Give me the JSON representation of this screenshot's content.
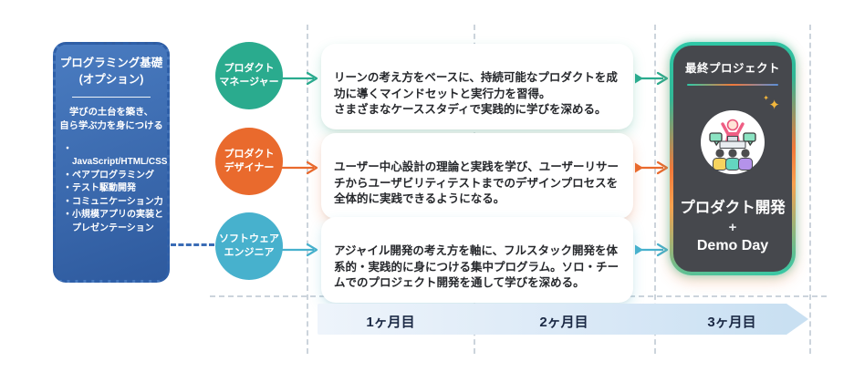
{
  "foundation": {
    "title_line1": "プログラミング基礎",
    "title_line2": "(オプション)",
    "subtitle_line1": "学びの土台を築き、",
    "subtitle_line2": "自ら学ぶ力を身につける",
    "bullets": [
      "JavaScript/HTML/CSS",
      "ペアプログラミング",
      "テスト駆動開発",
      "コミュニケーション力",
      "小規模アプリの実装とプレゼンテーション"
    ],
    "box_color": "#3a6cb5"
  },
  "tracks": [
    {
      "role_line1": "プロダクト",
      "role_line2": "マネージャー",
      "color": "#2aab8e",
      "description": "リーンの考え方をベースに、持続可能なプロダクトを成功に導くマインドセットと実行力を習得。\nさまざまなケーススタディで実践的に学びを深める。"
    },
    {
      "role_line1": "プロダクト",
      "role_line2": "デザイナー",
      "color": "#e96a2d",
      "description": "ユーザー中心設計の理論と実践を学び、ユーザーリサーチからユーザビリティテストまでのデザインプロセスを全体的に実践できるようになる。"
    },
    {
      "role_line1": "ソフトウェア",
      "role_line2": "エンジニア",
      "color": "#47b1cd",
      "description": "アジャイル開発の考え方を軸に、フルスタック開発を体系的・実践的に身につける集中プログラム。ソロ・チームでのプロジェクト開発を通して学びを深める。"
    }
  ],
  "final_project": {
    "label": "最終プロジェクト",
    "product_line": "プロダクト開発",
    "plus": "+",
    "demo_line": "Demo Day",
    "icon": "presentation-audience-icon",
    "sparkle_glyph": "✦",
    "box_color": "#46484d",
    "glow_teal": "#2ec9a8",
    "glow_orange": "#f2793a"
  },
  "timeline": {
    "months": [
      "1ヶ月目",
      "2ヶ月目",
      "3ヶ月目"
    ]
  }
}
